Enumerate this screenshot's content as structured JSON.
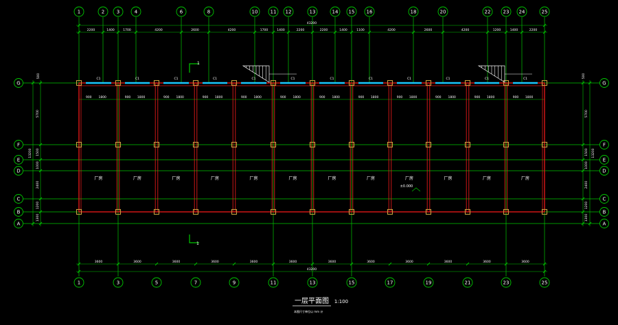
{
  "colors": {
    "background": "#000000",
    "axis": "#00c800",
    "wall": "#e01818",
    "column": "#c8a040",
    "window": "#18c8ff",
    "text": "#ffffff",
    "stair": "#ffffff"
  },
  "vertical_axes": [
    "1",
    "2",
    "3",
    "4",
    "6",
    "8",
    "10",
    "11",
    "12",
    "13",
    "14",
    "15",
    "16",
    "18",
    "20",
    "22",
    "23",
    "24",
    "25"
  ],
  "bottom_axes": [
    "1",
    "3",
    "5",
    "7",
    "9",
    "11",
    "13",
    "15",
    "17",
    "19",
    "21",
    "23",
    "25"
  ],
  "horizontal_axes": [
    "G",
    "F",
    "E",
    "D",
    "C",
    "B",
    "A"
  ],
  "top_dims_row1": [
    "2200",
    "1400",
    "1700",
    "4200",
    "2600",
    "4200",
    "1700",
    "1400",
    "2200",
    "2200",
    "1400",
    "1100",
    "4200",
    "2600",
    "4200",
    "1200",
    "1400",
    "2200"
  ],
  "top_total": "43200",
  "bottom_dims_row1": [
    "3600",
    "3600",
    "3600",
    "3600",
    "3600",
    "3600",
    "3600",
    "3600",
    "3600",
    "3600",
    "3600",
    "3600"
  ],
  "bottom_total": "43200",
  "left_dims": [
    "5700",
    "1500",
    "1000",
    "2400",
    "1200",
    "1300"
  ],
  "left_total": "13200",
  "right_dims": [
    "5700",
    "1500",
    "1000",
    "2400",
    "1200",
    "1300"
  ],
  "right_total": "13200",
  "top_side_note": "500",
  "window_tags": [
    "C1",
    "C1",
    "C1",
    "C1",
    "C1",
    "C1",
    "C1",
    "C1",
    "C1",
    "C1",
    "C1",
    "C1",
    "C1"
  ],
  "room_labels": [
    "厂房",
    "厂房",
    "厂房",
    "厂房",
    "厂房",
    "厂房",
    "厂房",
    "厂房",
    "厂房",
    "厂房",
    "厂房",
    "厂房"
  ],
  "wall_dims_row": [
    "900",
    "1800",
    "900",
    "1800",
    "900",
    "1800",
    "900",
    "1800",
    "900",
    "1800",
    "900",
    "1800",
    "900",
    "1800",
    "900",
    "1800",
    "900",
    "1800",
    "900",
    "1800",
    "900",
    "1800",
    "900",
    "1800"
  ],
  "section_mark": "1",
  "elevation_mark": "±0.000",
  "title": "一层平面图",
  "scale": "1:100",
  "subtitle": "本图尺寸单位以 mm 计"
}
